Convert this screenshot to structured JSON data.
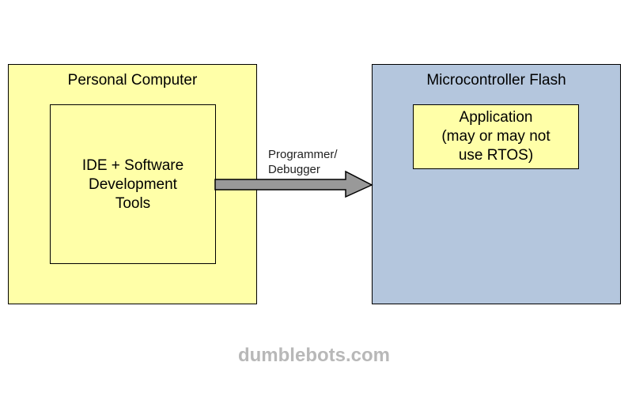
{
  "diagram": {
    "personal_computer": {
      "title": "Personal Computer",
      "inner_box_text": "IDE + Software\nDevelopment\nTools"
    },
    "microcontroller": {
      "title": "Microcontroller Flash",
      "inner_box_text": "Application\n(may or may not\nuse RTOS)"
    },
    "arrow": {
      "label": "Programmer/\nDebugger"
    },
    "watermark": "dumblebots.com"
  },
  "colors": {
    "yellow_fill": "#ffffa8",
    "blue_fill": "#b4c6dd",
    "arrow_fill": "#999999",
    "watermark": "#b8b8b8"
  }
}
